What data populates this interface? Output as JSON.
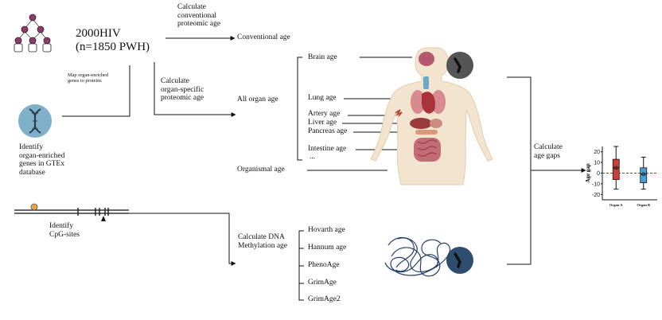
{
  "cohort": {
    "title": "2000HIV",
    "subtitle": "(n=1850 PWH)"
  },
  "steps": {
    "calc_conventional": "Calculate\nconventional\nproteomic age",
    "map_genes": "Map organ-enriched\ngenes to proteins",
    "calc_organ_specific": "Calculate\norgan-specific\nproteomic age",
    "identify_genes": "Identify\norgan-enriched\ngenes in GTEx\ndatabase",
    "identify_cpg": "Identify\nCpG-sites",
    "calc_dna_methylation": "Calculate DNA\nMethylation age",
    "calc_age_gaps": "Calculate\nage gaps"
  },
  "outputs": {
    "conventional_age": "Conventional age",
    "all_organ_age": "All organ age",
    "organismal_age": "Organismal age"
  },
  "organ_ages": [
    "Brain age",
    "Lung age",
    "Artery age",
    "Liver age",
    "Pancreas age",
    "Intestine age",
    "..."
  ],
  "methylation_clocks": [
    "Hovarth age",
    "Hannum age",
    "PhenoAge",
    "GrimAge",
    "GrimAge2"
  ],
  "chart_data": {
    "type": "box",
    "ylabel": "Age gap",
    "categories": [
      "Organ A",
      "Organ B"
    ],
    "yticks": [
      20,
      10,
      0,
      -10,
      -20
    ],
    "ylim": [
      -25,
      25
    ],
    "reference_line": 0,
    "boxes": [
      {
        "name": "Organ A",
        "min": -15,
        "q1": -6,
        "median": 5,
        "q3": 13,
        "max": 25,
        "color": "#c9403a"
      },
      {
        "name": "Organ B",
        "min": -15,
        "q1": -9,
        "median": -1,
        "q3": 5,
        "max": 15,
        "color": "#4a9fd6"
      }
    ]
  },
  "colors": {
    "people": "#8f3b6b",
    "dna_circle": "#7fb0c9",
    "clock_circle": "#555555",
    "clock_circle_dna": "#2f4e6f",
    "reference_line": "#cc2222"
  }
}
